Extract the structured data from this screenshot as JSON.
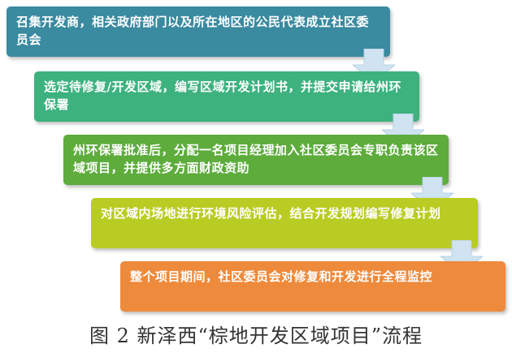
{
  "steps": [
    {
      "text": "召集开发商，相关政府部门以及所在地区的公民代表成立社区委员会",
      "color": "#3a8aa0"
    },
    {
      "text": "选定待修复/开发区域，编写区域开发计划书，并提交申请给州环保署",
      "color": "#3db27f"
    },
    {
      "text": "州环保署批准后，分配一名项目经理加入社区委员会专职负责该区域项目，并提供多方面财政资助",
      "color": "#5dac3c"
    },
    {
      "text": "对区域内场地进行环境风险评估，结合开发规划编写修复计划",
      "color": "#b9cc23"
    },
    {
      "text": "整个项目期间，社区委员会对修复和开发进行全程监控",
      "color": "#ee8a3c"
    }
  ],
  "arrow_color": "#cfe3f0",
  "caption": "图 2   新泽西“棕地开发区域项目”流程"
}
